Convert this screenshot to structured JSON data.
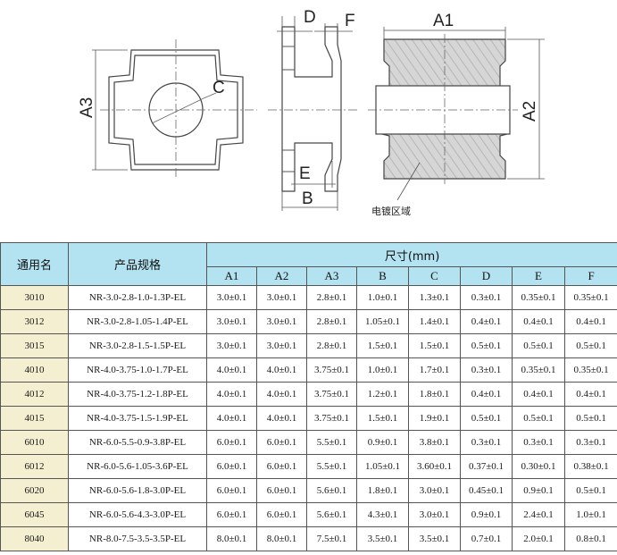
{
  "drawing": {
    "labels": {
      "a1": "A1",
      "a2": "A2",
      "a3": "A3",
      "b": "B",
      "c": "C",
      "d": "D",
      "e": "E",
      "f": "F"
    },
    "plating_note": "电镀区域"
  },
  "table": {
    "headers": {
      "code": "通用名",
      "model": "产品规格",
      "size_group": "尺寸(mm)",
      "dims": [
        "A1",
        "A2",
        "A3",
        "B",
        "C",
        "D",
        "E",
        "F"
      ]
    },
    "rows": [
      {
        "code": "3010",
        "model": "NR-3.0-2.8-1.0-1.3P-EL",
        "values": [
          "3.0±0.1",
          "3.0±0.1",
          "2.8±0.1",
          "1.0±0.1",
          "1.3±0.1",
          "0.3±0.1",
          "0.35±0.1",
          "0.35±0.1"
        ]
      },
      {
        "code": "3012",
        "model": "NR-3.0-2.8-1.05-1.4P-EL",
        "values": [
          "3.0±0.1",
          "3.0±0.1",
          "2.8±0.1",
          "1.05±0.1",
          "1.4±0.1",
          "0.4±0.1",
          "0.4±0.1",
          "0.4±0.1"
        ]
      },
      {
        "code": "3015",
        "model": "NR-3.0-2.8-1.5-1.5P-EL",
        "values": [
          "3.0±0.1",
          "3.0±0.1",
          "2.8±0.1",
          "1.5±0.1",
          "1.5±0.1",
          "0.5±0.1",
          "0.5±0.1",
          "0.5±0.1"
        ]
      },
      {
        "code": "4010",
        "model": "NR-4.0-3.75-1.0-1.7P-EL",
        "values": [
          "4.0±0.1",
          "4.0±0.1",
          "3.75±0.1",
          "1.0±0.1",
          "1.7±0.1",
          "0.3±0.1",
          "0.35±0.1",
          "0.35±0.1"
        ]
      },
      {
        "code": "4012",
        "model": "NR-4.0-3.75-1.2-1.8P-EL",
        "values": [
          "4.0±0.1",
          "4.0±0.1",
          "3.75±0.1",
          "1.2±0.1",
          "1.8±0.1",
          "0.4±0.1",
          "0.4±0.1",
          "0.4±0.1"
        ]
      },
      {
        "code": "4015",
        "model": "NR-4.0-3.75-1.5-1.9P-EL",
        "values": [
          "4.0±0.1",
          "4.0±0.1",
          "3.75±0.1",
          "1.5±0.1",
          "1.9±0.1",
          "0.5±0.1",
          "0.5±0.1",
          "0.5±0.1"
        ]
      },
      {
        "code": "6010",
        "model": "NR-6.0-5.5-0.9-3.8P-EL",
        "values": [
          "6.0±0.1",
          "6.0±0.1",
          "5.5±0.1",
          "0.9±0.1",
          "3.8±0.1",
          "0.3±0.1",
          "0.3±0.1",
          "0.3±0.1"
        ]
      },
      {
        "code": "6012",
        "model": "NR-6.0-5.6-1.05-3.6P-EL",
        "values": [
          "6.0±0.1",
          "6.0±0.1",
          "5.5±0.1",
          "1.05±0.1",
          "3.60±0.1",
          "0.37±0.1",
          "0.30±0.1",
          "0.38±0.1"
        ]
      },
      {
        "code": "6020",
        "model": "NR-6.0-5.6-1.8-3.0P-EL",
        "values": [
          "6.0±0.1",
          "6.0±0.1",
          "5.6±0.1",
          "1.8±0.1",
          "3.0±0.1",
          "0.45±0.1",
          "0.9±0.1",
          "0.5±0.1"
        ]
      },
      {
        "code": "6045",
        "model": "NR-6.0-5.6-4.3-3.0P-EL",
        "values": [
          "6.0±0.1",
          "6.0±0.1",
          "5.6±0.1",
          "4.3±0.1",
          "3.0±0.1",
          "0.9±0.1",
          "2.4±0.1",
          "1.0±0.1"
        ]
      },
      {
        "code": "8040",
        "model": "NR-8.0-7.5-3.5-3.5P-EL",
        "values": [
          "8.0±0.1",
          "8.0±0.1",
          "7.5±0.1",
          "3.5±0.1",
          "3.5±0.1",
          "0.7±0.1",
          "2.0±0.1",
          "0.8±0.1"
        ]
      }
    ]
  }
}
